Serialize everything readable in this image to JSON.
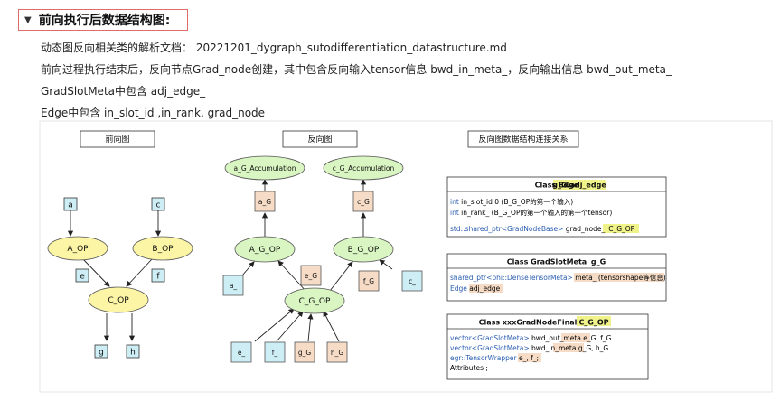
{
  "heading": {
    "toggle_icon": "triangle-down",
    "title": "前向执行后数据结构图:"
  },
  "paragraphs": [
    "动态图反向相关类的解析文档： 20221201_dygraph_sutodifferentiation_datastructure.md",
    "前向过程执行结束后，反向节点Grad_node创建，其中包含反向输入tensor信息 bwd_in_meta_，反向输出信息 bwd_out_meta_",
    "GradSlotMeta中包含 adj_edge_",
    "Edge中包含 in_slot_id ,in_rank, grad_node"
  ],
  "diagram": {
    "section_titles": {
      "forward": "前向图",
      "backward": "反向图",
      "relations": "反向图数据结构连接关系"
    },
    "forward": {
      "inputs": [
        "a",
        "c",
        "e",
        "f"
      ],
      "ops": [
        "A_OP",
        "B_OP",
        "C_OP"
      ],
      "outputs": [
        "g",
        "h"
      ]
    },
    "backward": {
      "accumulations": [
        "a_G_Accumulation",
        "c_G_Accumulation"
      ],
      "grads": [
        "a_G",
        "c_G",
        "e_G",
        "f_G",
        "g_G",
        "h_G"
      ],
      "ops": [
        "A_G_OP",
        "B_G_OP",
        "C_G_OP"
      ],
      "inputs": [
        "a_",
        "c_",
        "e_",
        "f_"
      ]
    },
    "classes": {
      "edge": {
        "title_prefix": "Class Edge",
        "title_var": "g_G.adj_edge",
        "lines": [
          {
            "type": "int",
            "rest": " in_slot_id  0 (B_G_OP的第一个输入)"
          },
          {
            "type": "int",
            "rest": " in_rank_ (B_G_OP的第一个输入的第一个tensor)"
          }
        ],
        "ptr_type": "std::shared_ptr<GradNodeBase>",
        "ptr_rest": " grad_node_",
        "ptr_val": "C_G_OP"
      },
      "slot": {
        "title_prefix": "Class GradSlotMeta",
        "title_var": "g_G",
        "line1_type": "shared_ptr<phi::DenseTensorMeta>",
        "line1_rest": " meta_ (tensorshape等信息)",
        "line2_type": "Edge",
        "line2_rest": " adj_edge"
      },
      "node": {
        "title_prefix": "Class xxxGradNodeFinal",
        "title_var": "C_G_OP",
        "line1_type": "vector<GradSlotMeta>",
        "line1_rest": "  bwd_out_meta ",
        "line1_val": "e_G, f_G",
        "line2_type": "vector<GradSlotMeta>",
        "line2_rest": " bwd_in_meta ",
        "line2_val": "g_G, h_G",
        "line3_type": "egr::TensorWrapper",
        "line3_rest": " ",
        "line3_val": "e_, f_",
        "line3_end": ";",
        "line4": "Attributes ;"
      }
    }
  },
  "colors": {
    "heading_border": "#e06b6b",
    "input_fill": "#cdeef5",
    "grad_fill": "#f6dcc6",
    "fwd_op_fill": "#fcf5a6",
    "bwd_op_fill": "#d9f5c2",
    "highlight_yellow": "#f0f28a",
    "highlight_peach": "#f6dcc6",
    "type_blue": "#2a5db0"
  }
}
